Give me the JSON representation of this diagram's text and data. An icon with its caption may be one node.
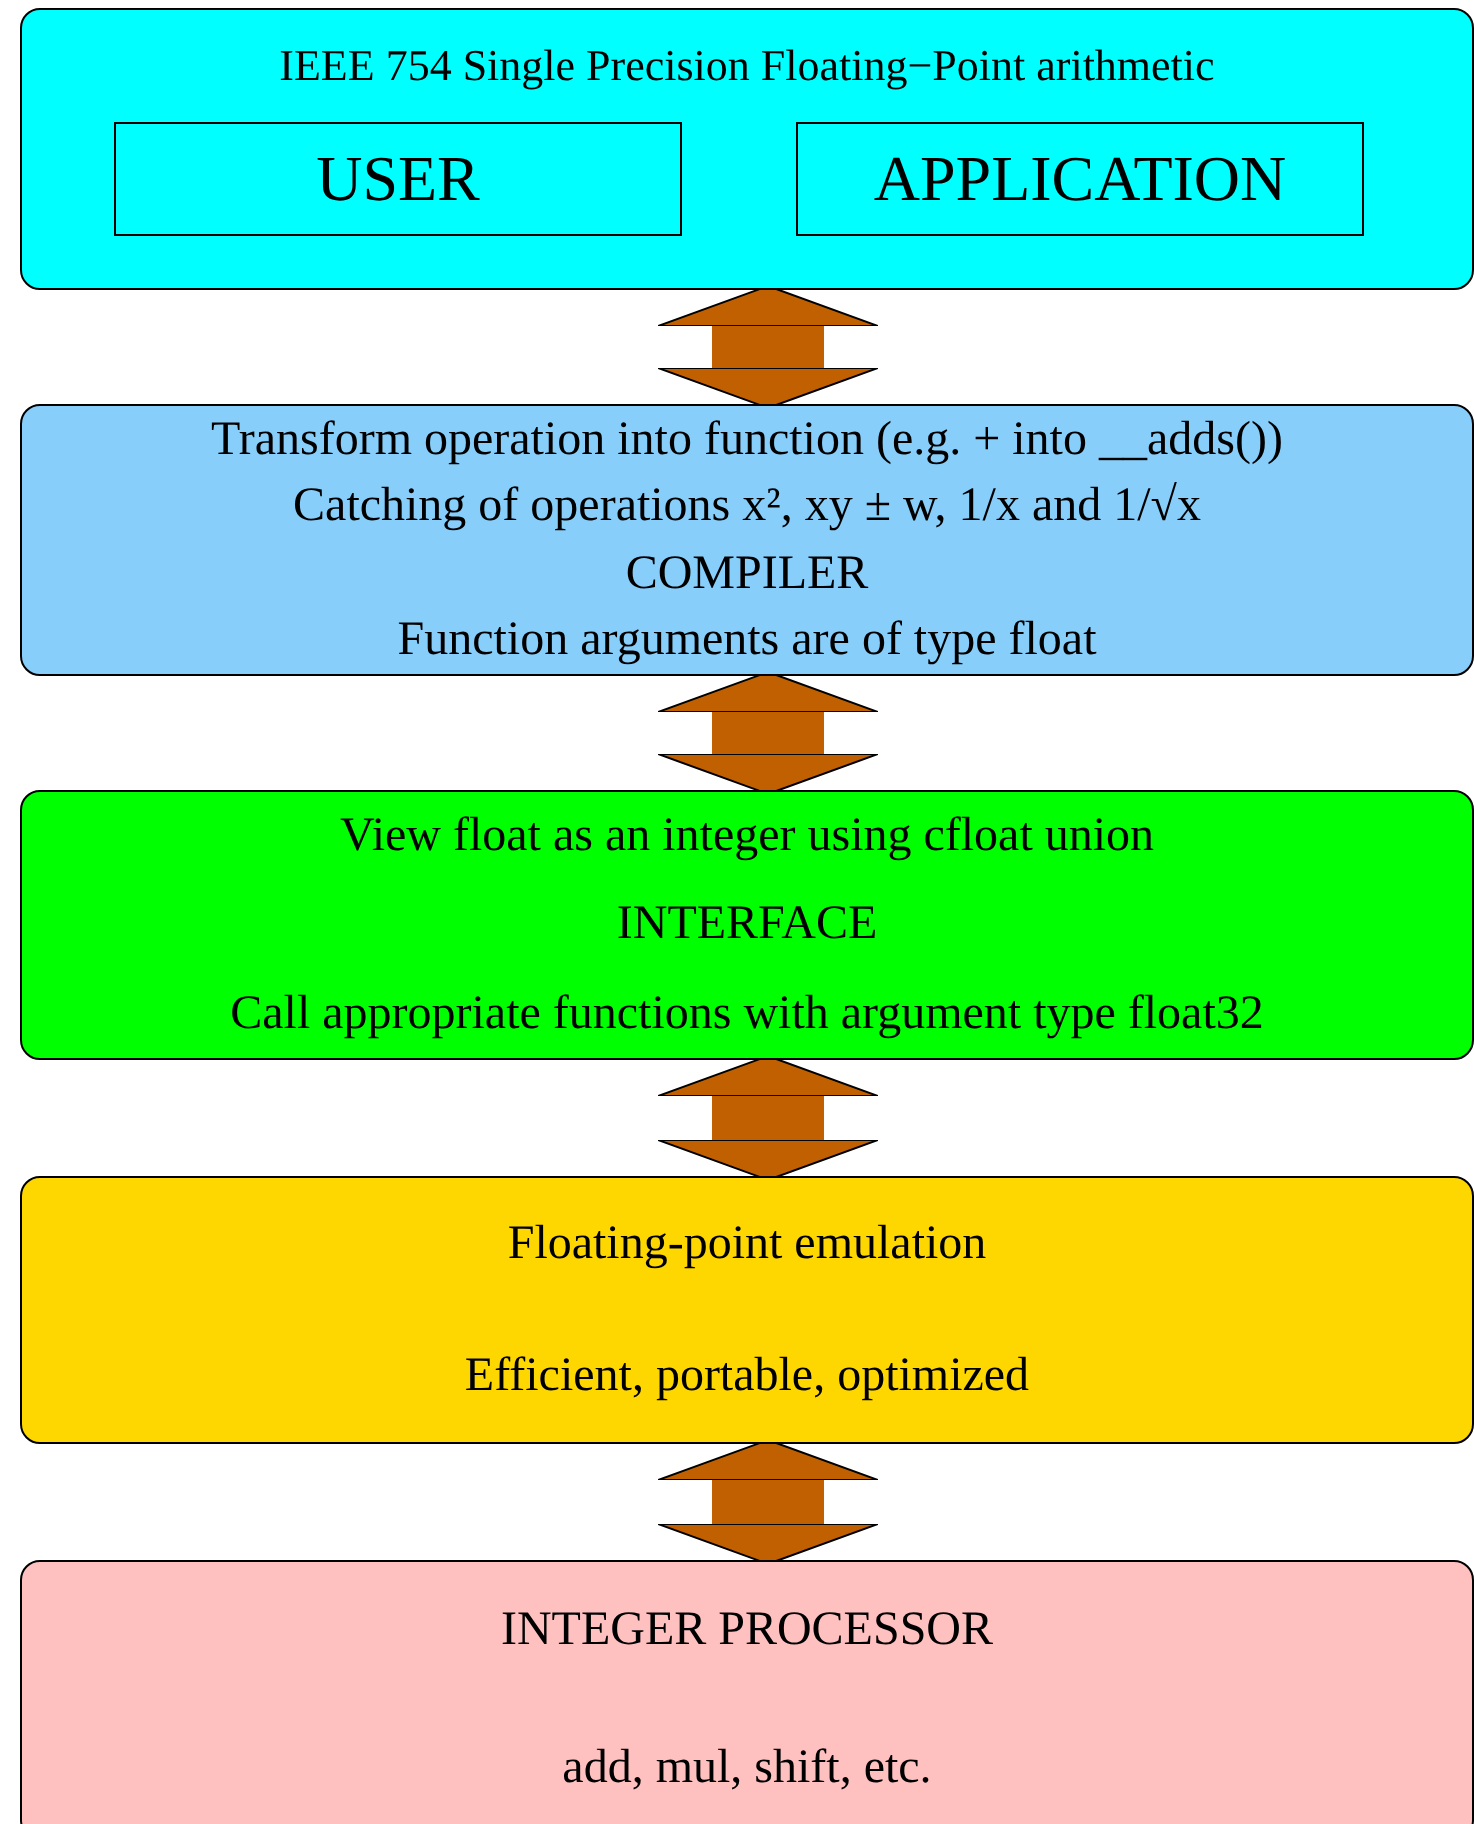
{
  "diagram": {
    "nodes": [
      {
        "text": [
          "IEEE 754 Single Precision Floating−Point arithmetic"
        ]
      },
      {
        "text": [
          "USER"
        ],
        "in": 0
      },
      {
        "text": [
          "APPLICATION"
        ],
        "in": 0
      },
      {
        "text": [
          "Transform operation into function (e.g. + into __adds())",
          "Catching of operations x², xy ± w, 1/x and 1/√x",
          "COMPILER",
          "Function arguments are of type float"
        ]
      },
      {
        "text": [
          "View float as an integer using cfloat union",
          "INTERFACE",
          "Call appropriate functions with argument type float32"
        ]
      },
      {
        "text": [
          "Floating-point emulation",
          "Efficient, portable, optimized"
        ]
      },
      {
        "text": [
          "INTEGER PROCESSOR",
          "add, mul, shift, etc."
        ]
      }
    ],
    "edges": [
      {
        "from": 0,
        "to": 3,
        "arrow": "both"
      },
      {
        "from": 3,
        "to": 4,
        "arrow": "both"
      },
      {
        "from": 4,
        "to": 5,
        "arrow": "both"
      },
      {
        "from": 5,
        "to": 6,
        "arrow": "both"
      }
    ]
  }
}
